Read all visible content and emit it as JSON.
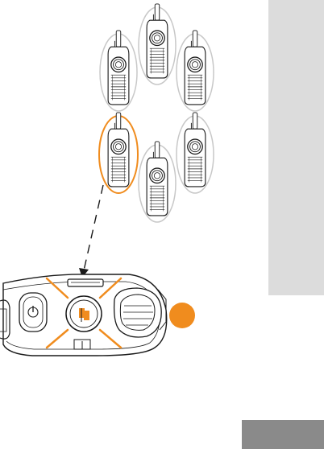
{
  "colors": {
    "accent": "#f08c1e",
    "halo": "#c8c8c8",
    "line": "#1a1a1a",
    "side_tab": "#dcdcdc",
    "page_tab": "#8a8a8a"
  },
  "radios": [
    {
      "id": "radio-top",
      "selected": false
    },
    {
      "id": "radio-upper-left",
      "selected": false
    },
    {
      "id": "radio-upper-right",
      "selected": false
    },
    {
      "id": "radio-lower-left",
      "selected": true
    },
    {
      "id": "radio-lower-right",
      "selected": false
    },
    {
      "id": "radio-bottom",
      "selected": false
    }
  ],
  "icons": {
    "radio": "walkie-talkie-icon",
    "ptt": "push-to-talk-icon",
    "power": "power-icon",
    "callout": "callout-circle-icon"
  }
}
